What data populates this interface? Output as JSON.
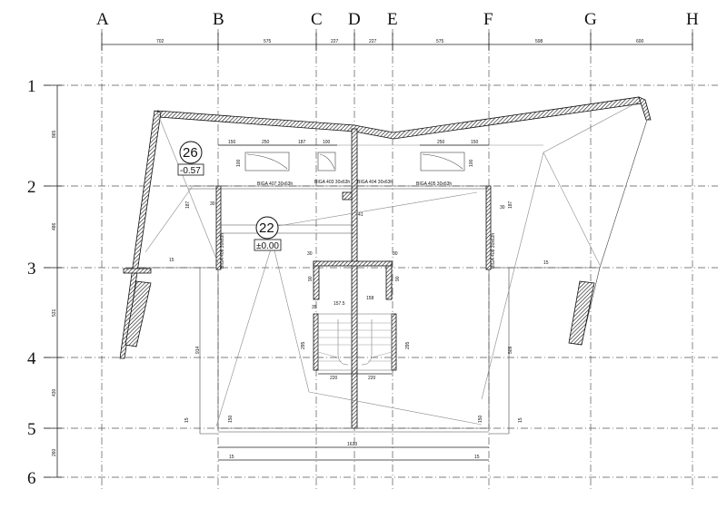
{
  "grid": {
    "columns": [
      "A",
      "B",
      "C",
      "D",
      "E",
      "F",
      "G",
      "H"
    ],
    "rows": [
      "1",
      "2",
      "3",
      "4",
      "5",
      "6"
    ]
  },
  "top_dimensions": [
    "702",
    "575",
    "227",
    "227",
    "575",
    "598",
    "600"
  ],
  "left_dimensions": [
    "865",
    "486",
    "531",
    "430",
    "260"
  ],
  "levels": [
    {
      "number": "26",
      "elevation": "-0.57"
    },
    {
      "number": "22",
      "elevation": "±0.00"
    }
  ],
  "beams": {
    "b403": "BIGA 403 30x63h",
    "b404": "BIGA 404 30x63h",
    "b405": "BIGA 405 30x63h",
    "b407": "BIGA 407 30x63h",
    "b406": "BIGA 406 30x63h",
    "b408": "BIGA 408 30x63h"
  },
  "dims": {
    "d150a": "150",
    "d250a": "250",
    "d187": "187",
    "d100": "100",
    "d250b": "250",
    "d150b": "150",
    "d100v1": "100",
    "d100v2": "100",
    "d187v": "187",
    "d187v2": "187",
    "d30a": "30",
    "d30b": "30",
    "d30c": "30",
    "d30d": "30",
    "d41": "41",
    "d15a": "15",
    "d15b": "15",
    "d15c": "15",
    "d15d": "15",
    "d1633": "1633",
    "d914": "914",
    "d509": "509",
    "d150c": "150",
    "d150d": "150",
    "d220a": "220",
    "d220b": "220",
    "d295a": "295",
    "d295b": "295",
    "d1575": "157.5",
    "d158": "158",
    "d35": "35",
    "d90a": "90",
    "d90b": "90",
    "d15e": "15",
    "d15f": "15"
  }
}
